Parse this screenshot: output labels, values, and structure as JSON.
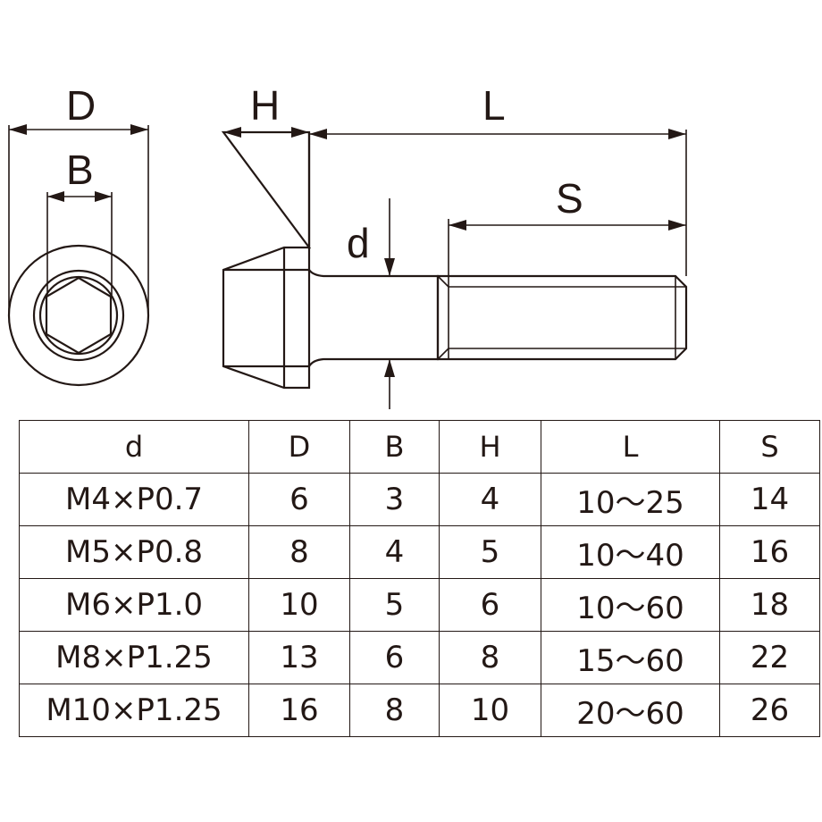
{
  "diagram": {
    "labels": {
      "D": "D",
      "B": "B",
      "H": "H",
      "L": "L",
      "S": "S",
      "d": "d"
    }
  },
  "table": {
    "headers": [
      "d",
      "D",
      "B",
      "H",
      "L",
      "S"
    ],
    "rows": [
      [
        "M4×P0.7",
        "6",
        "3",
        "4",
        "10～25",
        "14"
      ],
      [
        "M5×P0.8",
        "8",
        "4",
        "5",
        "10～40",
        "16"
      ],
      [
        "M6×P1.0",
        "10",
        "5",
        "6",
        "10～60",
        "18"
      ],
      [
        "M8×P1.25",
        "13",
        "6",
        "8",
        "15～60",
        "22"
      ],
      [
        "M10×P1.25",
        "16",
        "8",
        "10",
        "20～60",
        "26"
      ]
    ]
  },
  "colors": {
    "line": "#231815",
    "background": "#ffffff"
  }
}
